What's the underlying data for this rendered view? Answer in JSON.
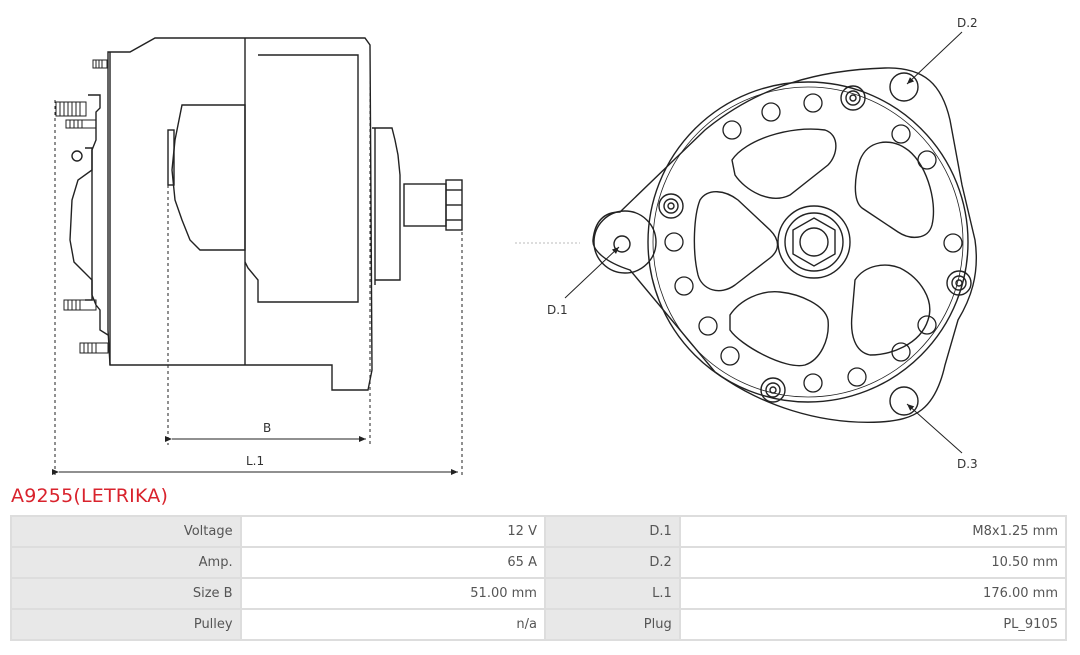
{
  "product": {
    "title": "A9255(LETRIKA)"
  },
  "diagram": {
    "label_b": "B",
    "label_l1": "L.1",
    "label_d1": "D.1",
    "label_d2": "D.2",
    "label_d3": "D.3"
  },
  "specs": [
    {
      "label1": "Voltage",
      "value1": "12 V",
      "label2": "D.1",
      "value2": "M8x1.25 mm"
    },
    {
      "label1": "Amp.",
      "value1": "65 A",
      "label2": "D.2",
      "value2": "10.50 mm"
    },
    {
      "label1": "Size B",
      "value1": "51.00 mm",
      "label2": "L.1",
      "value2": "176.00 mm"
    },
    {
      "label1": "Pulley",
      "value1": "n/a",
      "label2": "Plug",
      "value2": "PL_9105"
    }
  ]
}
